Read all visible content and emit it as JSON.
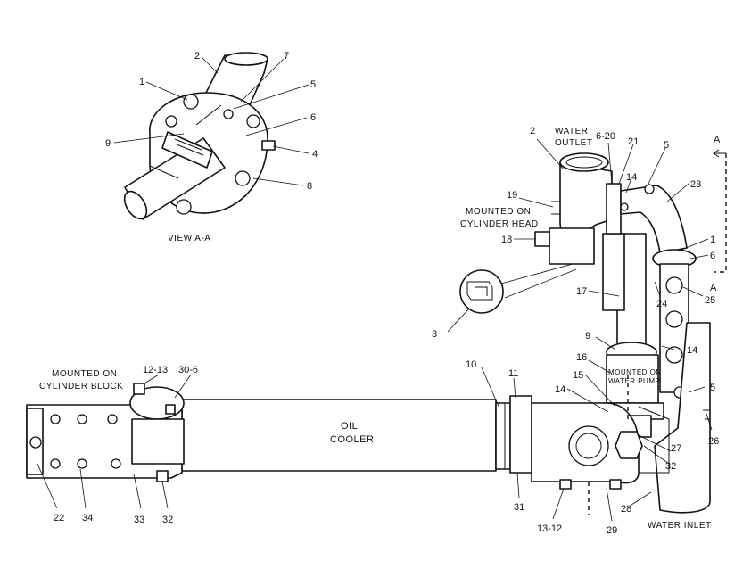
{
  "captions": {
    "view_aa": "VIEW  A-A",
    "water_outlet_line1": "WATER",
    "water_outlet_line2": "OUTLET",
    "mounted_head_line1": "MOUNTED ON",
    "mounted_head_line2": "CYLINDER HEAD",
    "mounted_block_line1": "MOUNTED  ON",
    "mounted_block_line2": "CYLINDER  BLOCK",
    "mounted_pump_line1": "MOUNTED ON",
    "mounted_pump_line2": "WATER PUMP",
    "oil_cooler_line1": "OIL",
    "oil_cooler_line2": "COOLER",
    "water_inlet": "WATER INLET",
    "section_a_top": "A",
    "section_a_bottom": "A"
  },
  "callouts": {
    "view_1": "1",
    "view_2": "2",
    "view_7": "7",
    "view_5": "5",
    "view_6": "6",
    "view_4": "4",
    "view_8": "8",
    "view_9": "9",
    "c2": "2",
    "c6_20": "6-20",
    "c21": "21",
    "c5_top": "5",
    "c23": "23",
    "c14_top": "14",
    "c19": "19",
    "c18": "18",
    "c1": "1",
    "c6": "6",
    "c24": "24",
    "c25": "25",
    "c17": "17",
    "c3": "3",
    "c9": "9",
    "c16": "16",
    "c15": "15",
    "c14_mid": "14",
    "c14_right": "14",
    "c5_right": "5",
    "c10": "10",
    "c11": "11",
    "c12_13": "12-13",
    "c30_6": "30-6",
    "c27": "27",
    "c32_right": "32",
    "c26": "26",
    "c22": "22",
    "c34": "34",
    "c33": "33",
    "c32_bottom": "32",
    "c31": "31",
    "c13_12": "13-12",
    "c29": "29",
    "c28": "28"
  }
}
